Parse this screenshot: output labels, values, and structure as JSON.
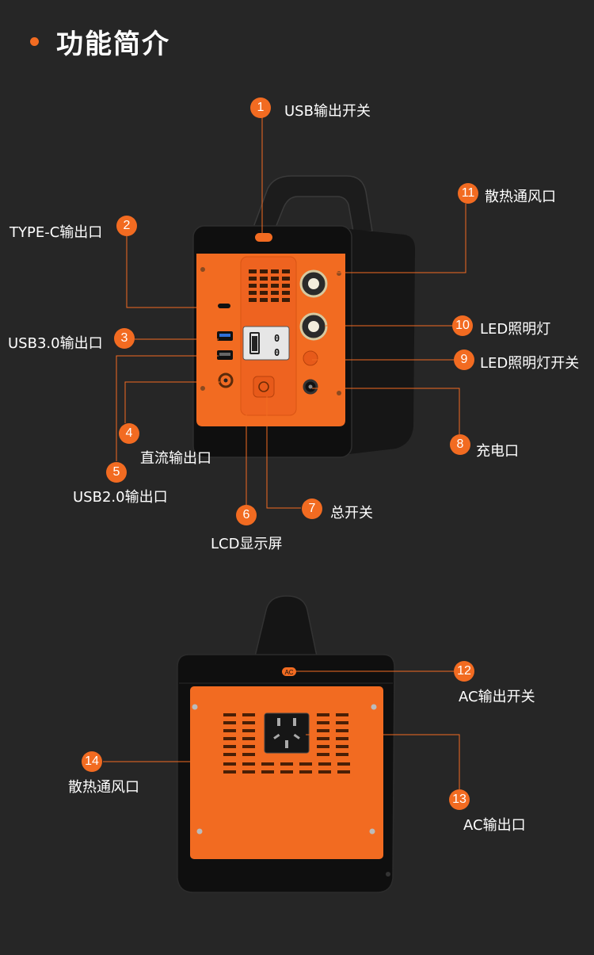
{
  "heading": "功能简介",
  "callouts": [
    {
      "num": "1",
      "label": "USB输出开关"
    },
    {
      "num": "2",
      "label": "TYPE-C输出口"
    },
    {
      "num": "3",
      "label": "USB3.0输出口"
    },
    {
      "num": "4",
      "label": "直流输出口"
    },
    {
      "num": "5",
      "label": "USB2.0输出口"
    },
    {
      "num": "6",
      "label": "LCD显示屏"
    },
    {
      "num": "7",
      "label": "总开关"
    },
    {
      "num": "8",
      "label": "充电口"
    },
    {
      "num": "9",
      "label": "LED照明灯开关"
    },
    {
      "num": "10",
      "label": "LED照明灯"
    },
    {
      "num": "11",
      "label": "散热通风口"
    },
    {
      "num": "12",
      "label": "AC输出开关"
    },
    {
      "num": "13",
      "label": "AC输出口"
    },
    {
      "num": "14",
      "label": "散热通风口"
    }
  ],
  "device": {
    "lcd_line1": "0",
    "lcd_line2": "0",
    "ac_button_label": "AC"
  },
  "colors": {
    "accent": "#f26b21",
    "background": "#262626",
    "device_body": "#111111"
  }
}
